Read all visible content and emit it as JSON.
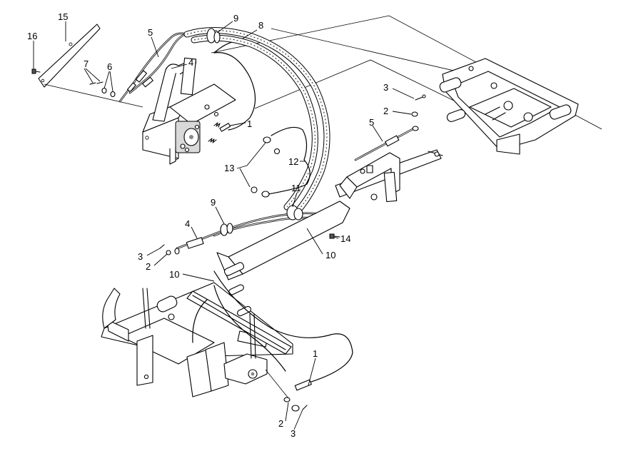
{
  "callouts": [
    {
      "id": "c15",
      "label": "15"
    },
    {
      "id": "c16",
      "label": "16"
    },
    {
      "id": "c7",
      "label": "7"
    },
    {
      "id": "c6",
      "label": "6"
    },
    {
      "id": "c5a",
      "label": "5"
    },
    {
      "id": "c9a",
      "label": "9"
    },
    {
      "id": "c8",
      "label": "8"
    },
    {
      "id": "c4a",
      "label": "4"
    },
    {
      "id": "c1a",
      "label": "1"
    },
    {
      "id": "c3a",
      "label": "3"
    },
    {
      "id": "c2a",
      "label": "2"
    },
    {
      "id": "c5b",
      "label": "5"
    },
    {
      "id": "c13",
      "label": "13"
    },
    {
      "id": "c12",
      "label": "12"
    },
    {
      "id": "c11",
      "label": "11"
    },
    {
      "id": "c9b",
      "label": "9"
    },
    {
      "id": "c4b",
      "label": "4"
    },
    {
      "id": "c14",
      "label": "14"
    },
    {
      "id": "c10a",
      "label": "10"
    },
    {
      "id": "c3b",
      "label": "3"
    },
    {
      "id": "c2b",
      "label": "2"
    },
    {
      "id": "c10b",
      "label": "10"
    },
    {
      "id": "c1b",
      "label": "1"
    },
    {
      "id": "c2c",
      "label": "2"
    },
    {
      "id": "c3c",
      "label": "3"
    }
  ]
}
